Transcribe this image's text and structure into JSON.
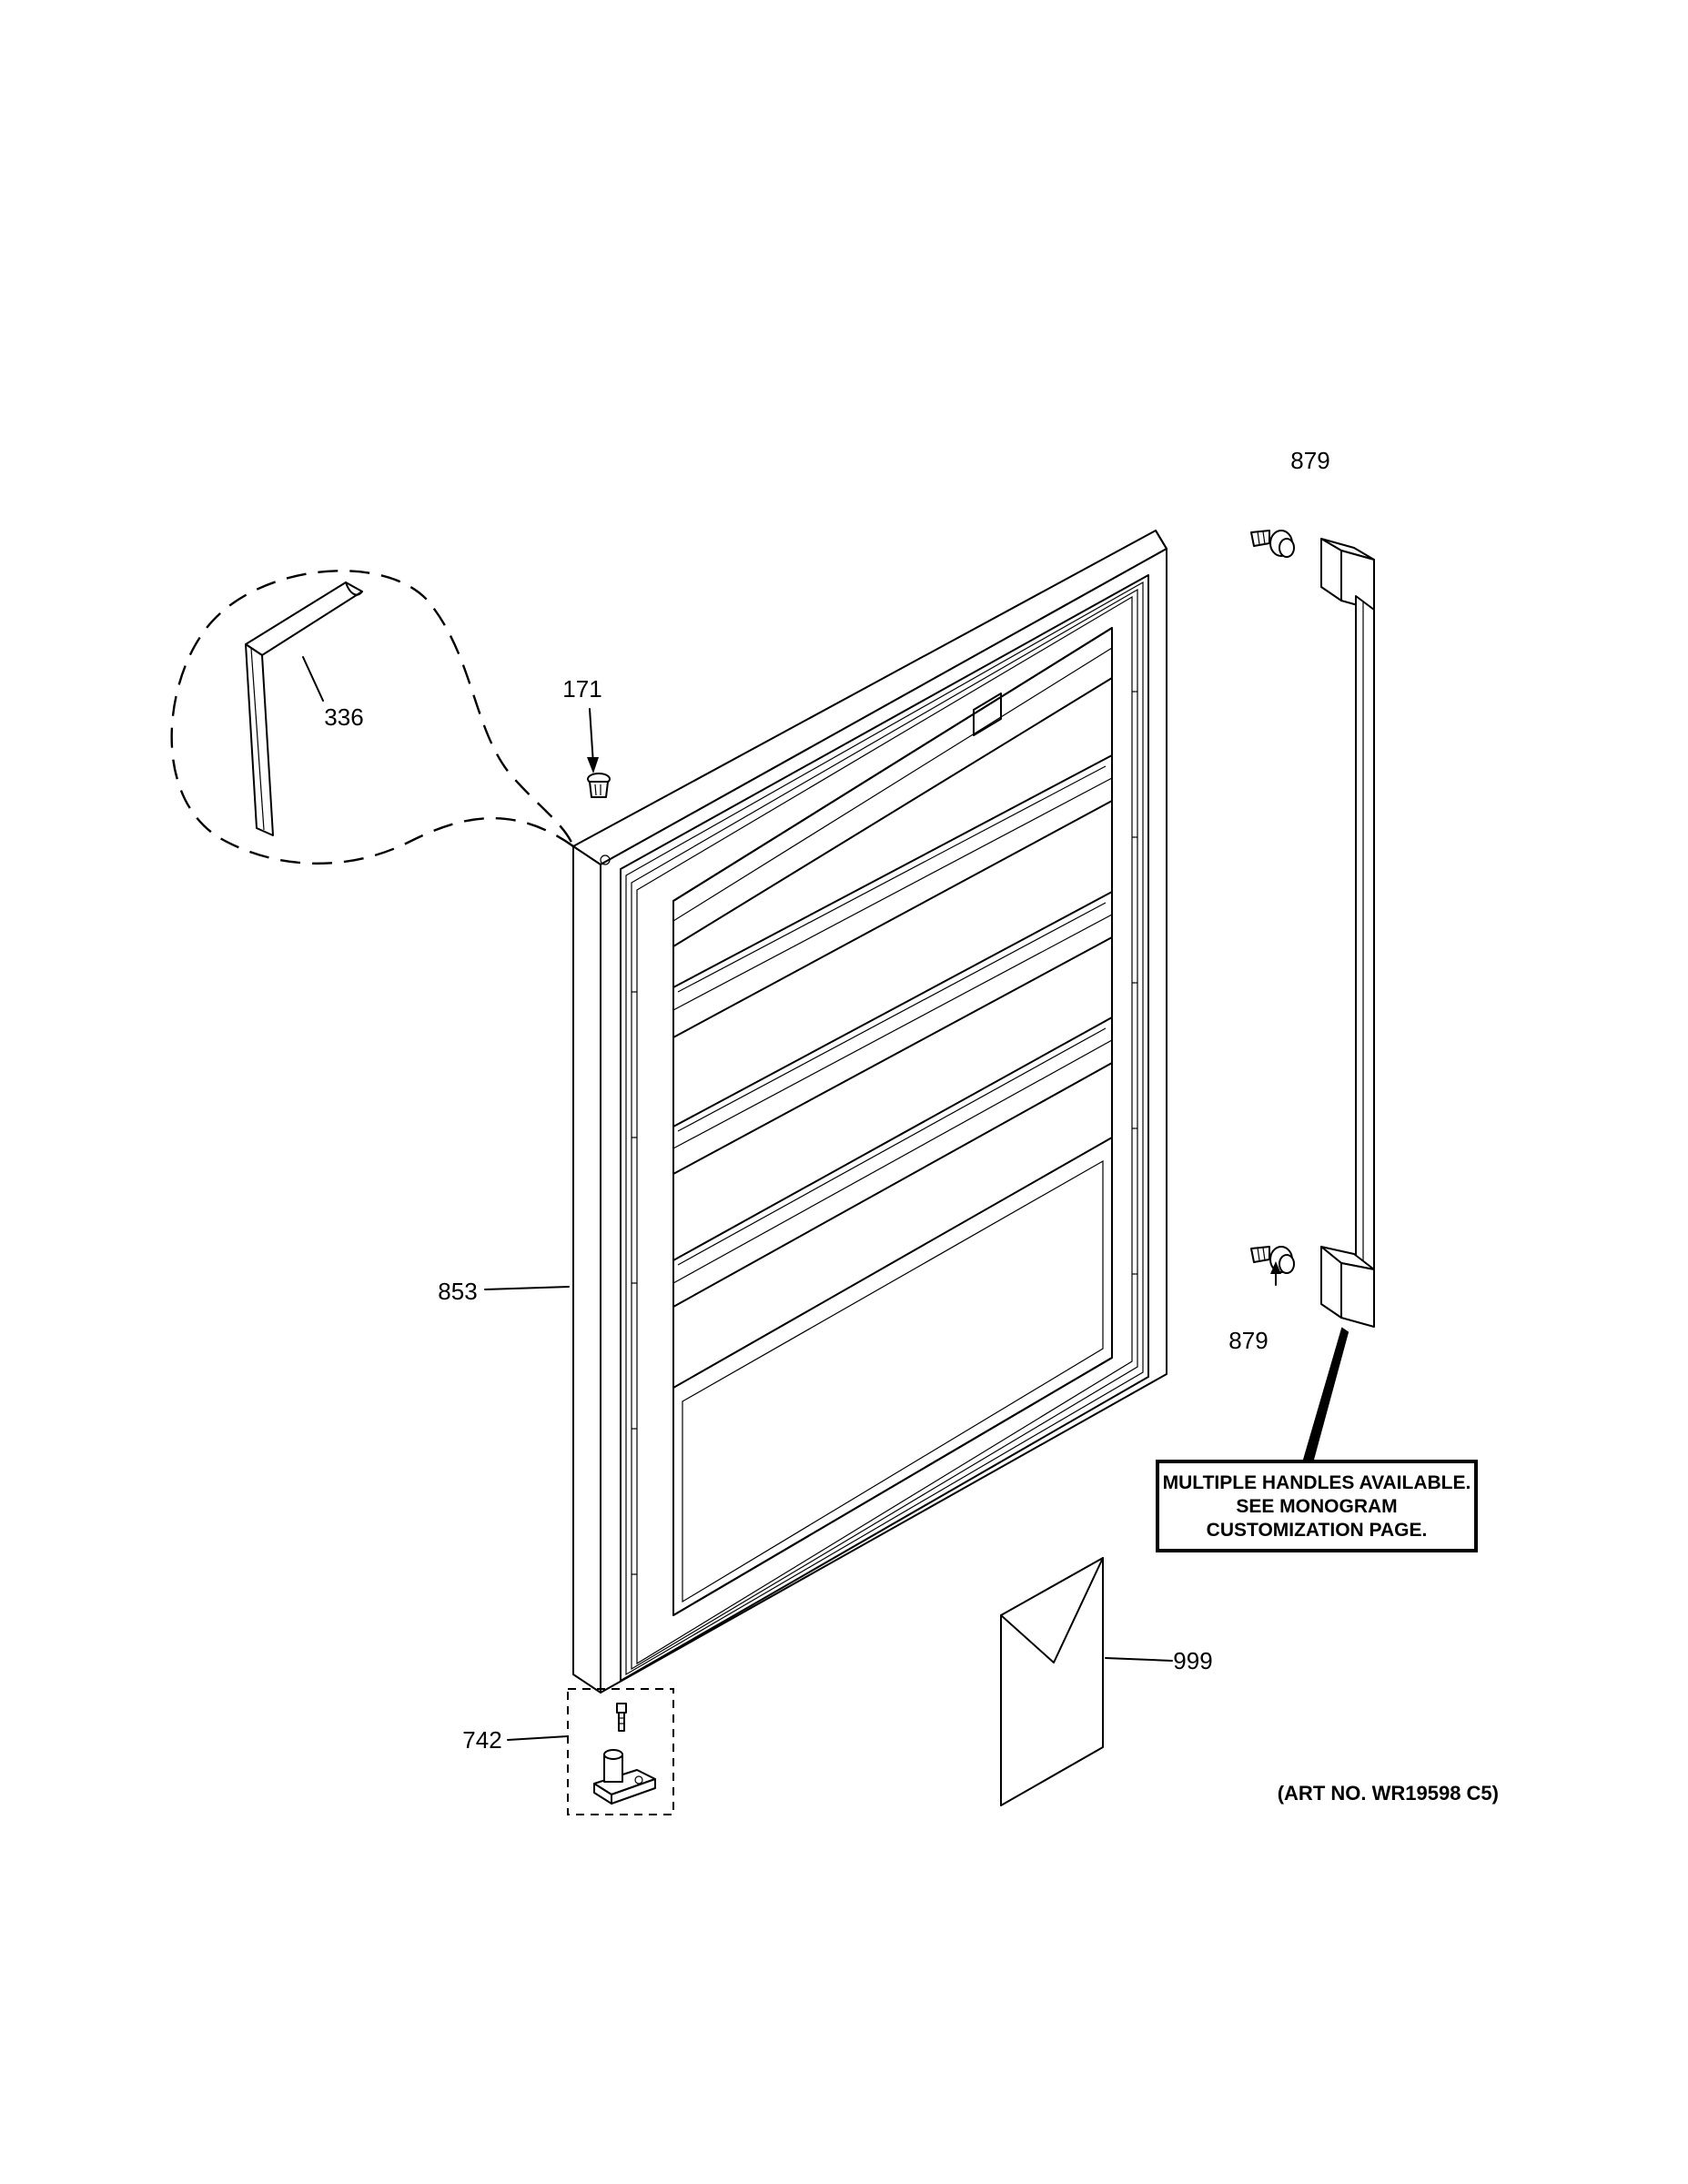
{
  "diagram": {
    "callouts": {
      "p879_top": "879",
      "p171": "171",
      "p336": "336",
      "p853": "853",
      "p879_bottom": "879",
      "p742": "742",
      "p999": "999"
    },
    "note": {
      "line1": "MULTIPLE HANDLES AVAILABLE.",
      "line2": "SEE MONOGRAM",
      "line3": "CUSTOMIZATION PAGE."
    },
    "art_number": "(ART NO. WR19598 C5)"
  }
}
